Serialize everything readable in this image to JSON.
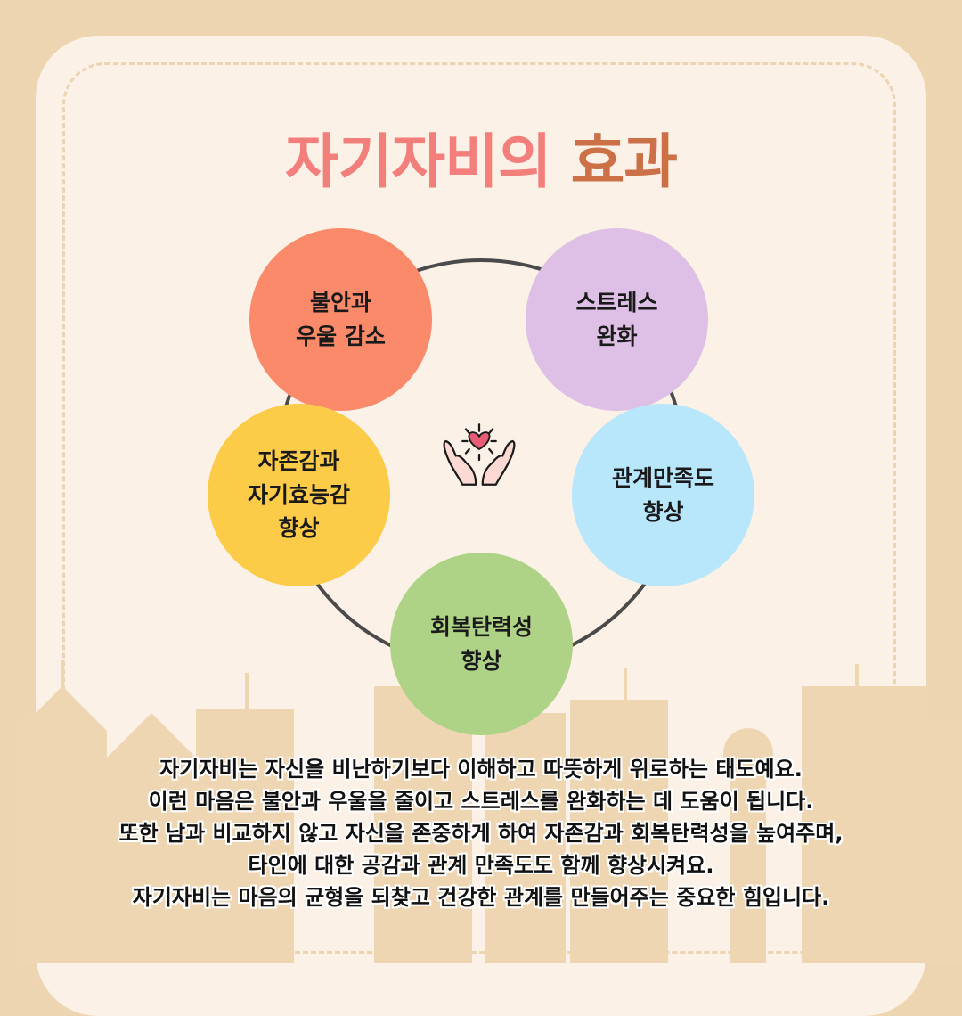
{
  "title": {
    "part1": "자기자비의",
    "part2": "효과"
  },
  "colors": {
    "title_pink": "#f27f7b",
    "title_brown": "#cc7048",
    "background": "#eed5b2",
    "card": "#fbf1e6"
  },
  "center_icon": "hands-holding-heart-icon",
  "effects": [
    {
      "label": "불안과\n우울 감소",
      "color": "#fb8a6a"
    },
    {
      "label": "스트레스\n완화",
      "color": "#dec0e6"
    },
    {
      "label": "관계만족도\n향상",
      "color": "#b8e6fb"
    },
    {
      "label": "회복탄력성\n향상",
      "color": "#afd386"
    },
    {
      "label": "자존감과\n자기효능감\n향상",
      "color": "#fccb48"
    }
  ],
  "description": [
    "자기자비는 자신을 비난하기보다 이해하고 따뜻하게 위로하는 태도예요.",
    "이런 마음은 불안과 우울을 줄이고 스트레스를 완화하는 데 도움이 됩니다.",
    "또한 남과 비교하지 않고 자신을 존중하게 하여 자존감과 회복탄력성을 높여주며,",
    "타인에 대한 공감과 관계 만족도도 함께 향상시켜요.",
    "자기자비는 마음의 균형을 되찾고 건강한 관계를 만들어주는 중요한 힘입니다."
  ]
}
